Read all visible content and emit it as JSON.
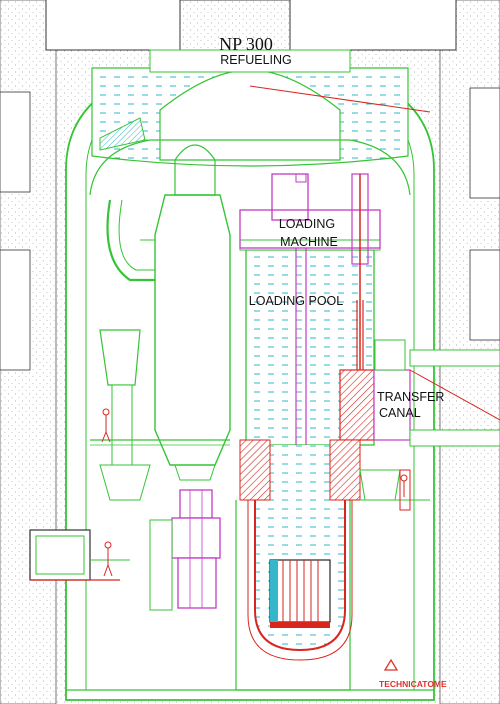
{
  "title": "NP 300",
  "subtitle": "REFUELING",
  "labels": {
    "loading_machine_1": "LOADING",
    "loading_machine_2": "MACHINE",
    "loading_pool": "LOADING POOL",
    "transfer_canal_1": "TRANSFER",
    "transfer_canal_2": "CANAL"
  },
  "brand": {
    "name": "TECHNICATOME",
    "color": "#e0302a"
  },
  "colors": {
    "structure": "#35c435",
    "water": "#33b7c9",
    "equipment": "#c43bc4",
    "hot": "#d8261e",
    "concrete": "#8a8a8a"
  }
}
